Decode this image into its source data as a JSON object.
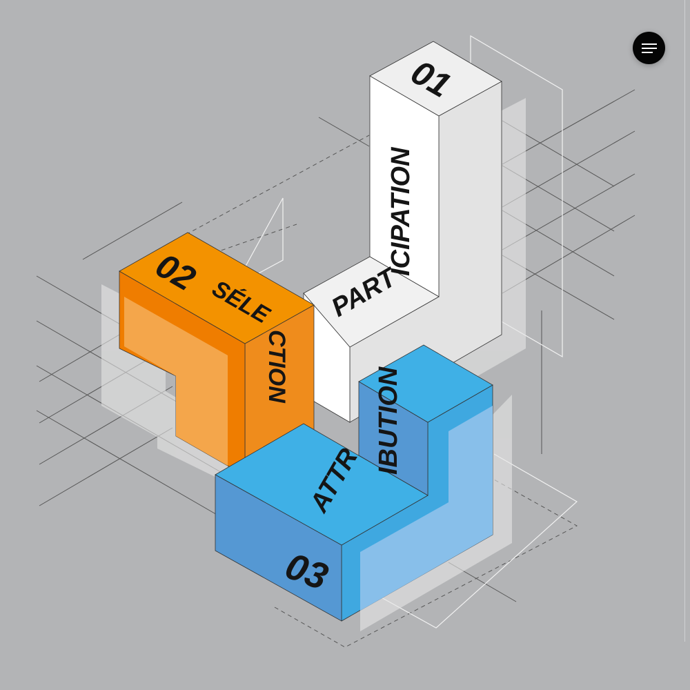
{
  "menu": {
    "icon": "hamburger-menu-icon"
  },
  "blocks": [
    {
      "number": "01",
      "label_a": "PART",
      "label_b": "ICIPATION",
      "color": "#f1f1f1"
    },
    {
      "number": "02",
      "label_a": "SÉLE",
      "label_b": "CTION",
      "color": "#f39200"
    },
    {
      "number": "03",
      "label_a": "ATTR",
      "label_b": "IBUTION",
      "color": "#3fb0e6"
    }
  ],
  "colors": {
    "background": "#b3b4b6",
    "orange_dark": "#ef7d00",
    "orange_light": "#f4a64b",
    "blue_dark": "#5598d3",
    "blue_light": "#88bfea"
  }
}
